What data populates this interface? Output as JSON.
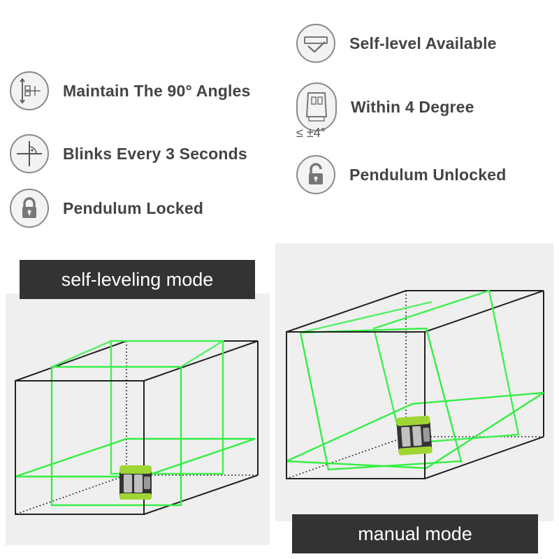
{
  "features_left": [
    {
      "icon": "vertical-horizontal-angle-icon",
      "label": "Maintain The 90° Angles"
    },
    {
      "icon": "crosshair-blink-icon",
      "label": "Blinks Every 3 Seconds"
    },
    {
      "icon": "lock-icon",
      "label": "Pendulum Locked"
    }
  ],
  "features_right": [
    {
      "icon": "self-level-icon",
      "label": "Self-level Available"
    },
    {
      "icon": "tilt-device-icon",
      "label": "Within 4 Degree",
      "note": "≤ ±4°"
    },
    {
      "icon": "unlock-icon",
      "label": "Pendulum Unlocked"
    }
  ],
  "modes": {
    "self_leveling": "self-leveling mode",
    "manual": "manual mode"
  },
  "colors": {
    "laser_line": "#33ee44",
    "label_background": "#333333",
    "panel_background": "#efefef",
    "device_body": "#9fd634"
  }
}
